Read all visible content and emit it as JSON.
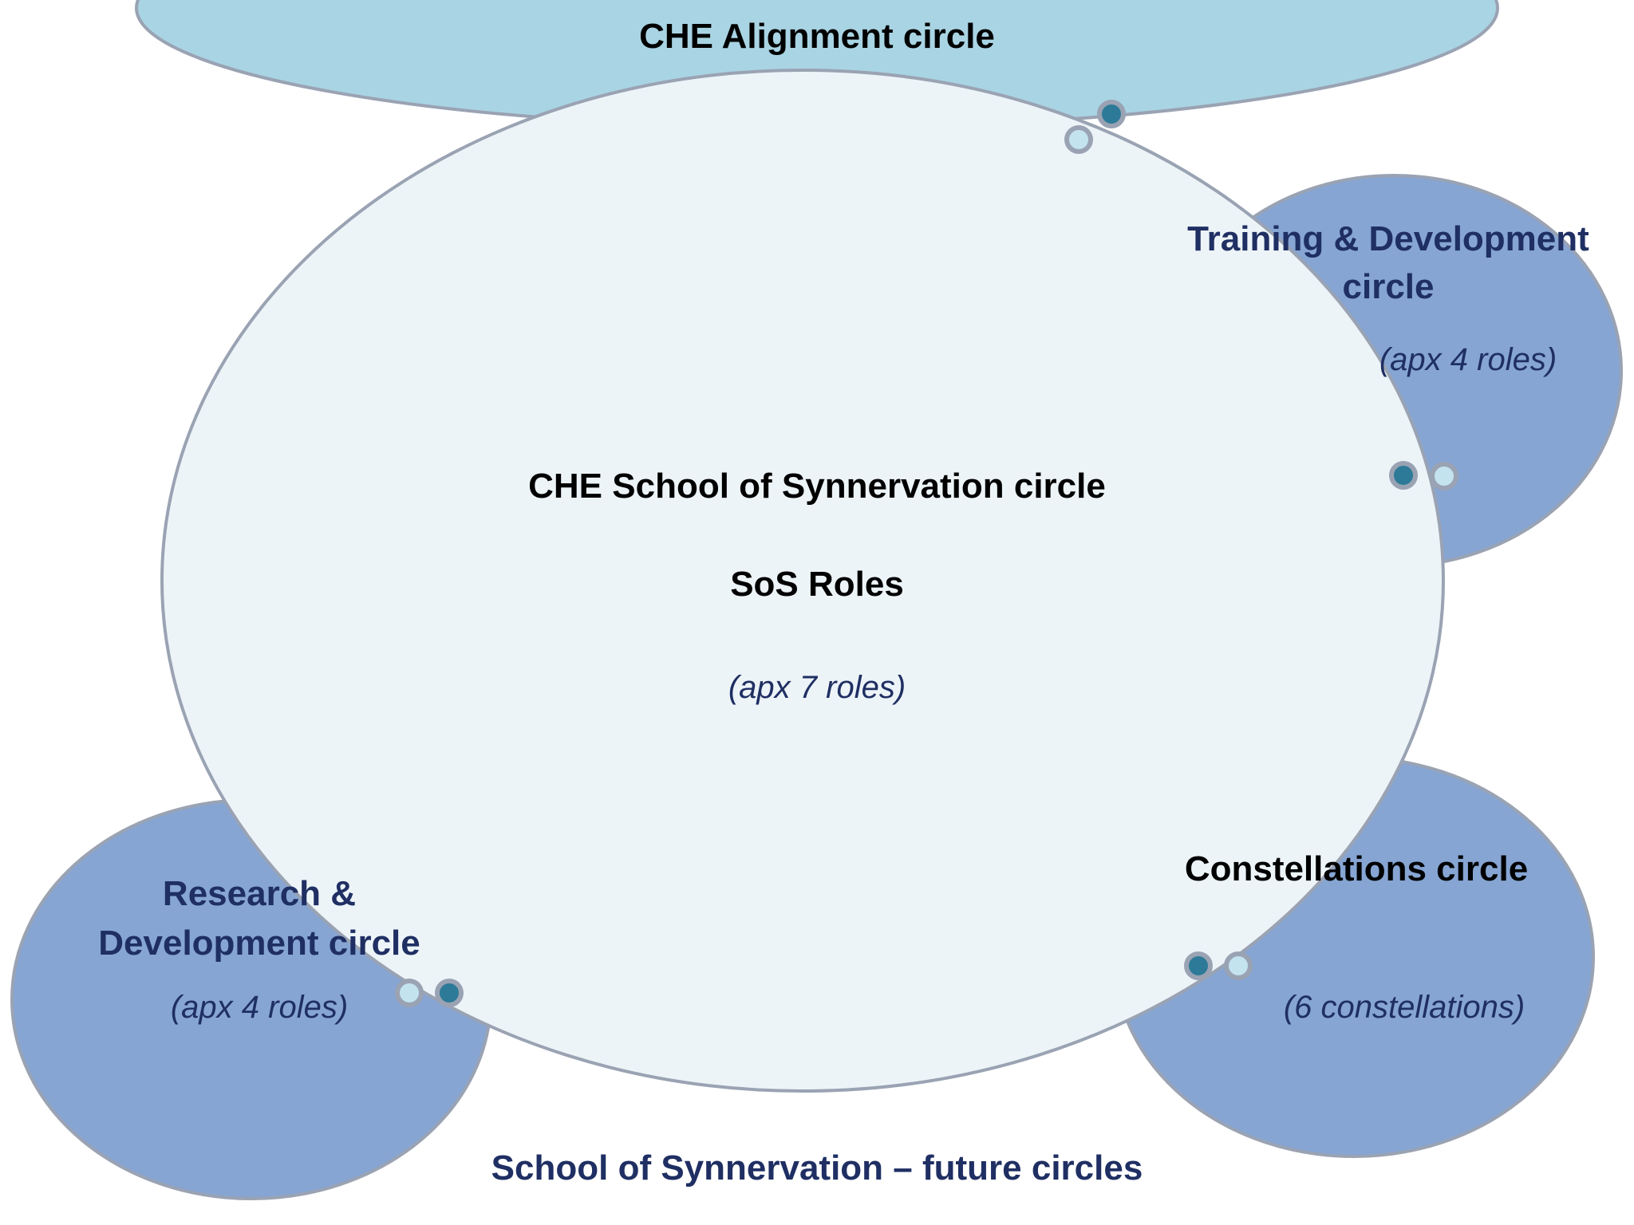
{
  "colors": {
    "outline": "#9aa3b3",
    "alignment_fill": "#a9d4e3",
    "sub_circle_fill": "#86a5d3",
    "main_fill": "#edf4f8",
    "navy_text": "#1f2f63",
    "link_dark": "#2c7a98",
    "link_light": "#c3e3ef"
  },
  "circles": {
    "alignment": {
      "title": "CHE Alignment circle"
    },
    "training": {
      "title": "Training & Development circle",
      "roles": "(apx 4 roles)"
    },
    "main": {
      "title": "CHE School of Synnervation circle",
      "subtitle": "SoS Roles",
      "roles": "(apx 7 roles)"
    },
    "research": {
      "title": "Research & Development circle",
      "roles": "(apx 4 roles)"
    },
    "constellations": {
      "title": "Constellations circle",
      "count": "(6 constellations)"
    }
  },
  "caption": "School of Synnervation – future circles"
}
